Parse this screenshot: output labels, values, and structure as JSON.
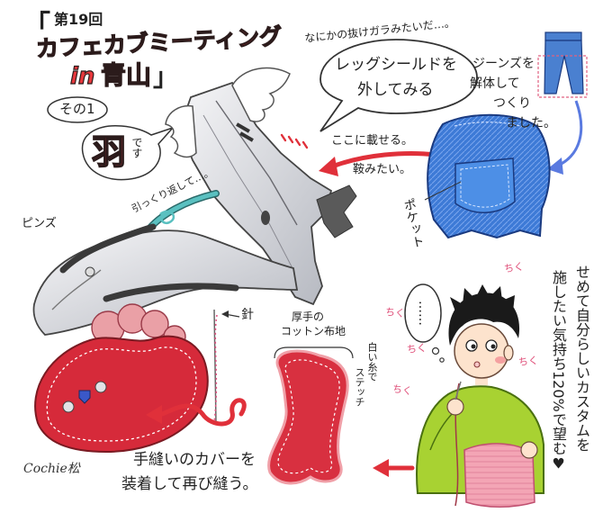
{
  "title": {
    "open_bracket": "「",
    "episode": "第19回",
    "name": "カフェカブミーティング",
    "in": "in",
    "venue": "青山",
    "close_bracket": "」",
    "part": "その1"
  },
  "wing_label": {
    "kanji": "羽",
    "suffix": "です"
  },
  "shell_comment": "なにかの抜けガラみたいだ…。",
  "bubble_legshield": [
    "レッグシールドを",
    "外してみる"
  ],
  "jeans_note": [
    "ジーンズを",
    "解体して",
    "つくり",
    "ました。"
  ],
  "saddle_note": [
    "ここに載せる。",
    "鞍みたい。"
  ],
  "pocket_label": "ポケット",
  "flip_note": "引っくり返して…。",
  "pins_label": "ピンズ",
  "needle_label": "針",
  "fabric_note": [
    "厚手の",
    "コットン布地"
  ],
  "stitch_note": [
    "白い糸で",
    "ステッチ"
  ],
  "ellipsis_bubble": "……",
  "sound_effect": [
    "ちく",
    "ちく",
    "ちく",
    "ちく",
    "ちく"
  ],
  "wish_note": [
    "せめて自分らしいカスタムを",
    "施したい気持ち120%で望む♥"
  ],
  "sew_note": [
    "手縫いのカバーを",
    "装着して再び縫う。"
  ],
  "signature": "Cochie松",
  "colors": {
    "title_red": "#e8383d",
    "denim_blue": "#3d7ad6",
    "shirt_green": "#a8d232",
    "fabric_red": "#d62a3a",
    "arrow_teal": "#5ac0c0",
    "arrow_red": "#e0303a"
  }
}
